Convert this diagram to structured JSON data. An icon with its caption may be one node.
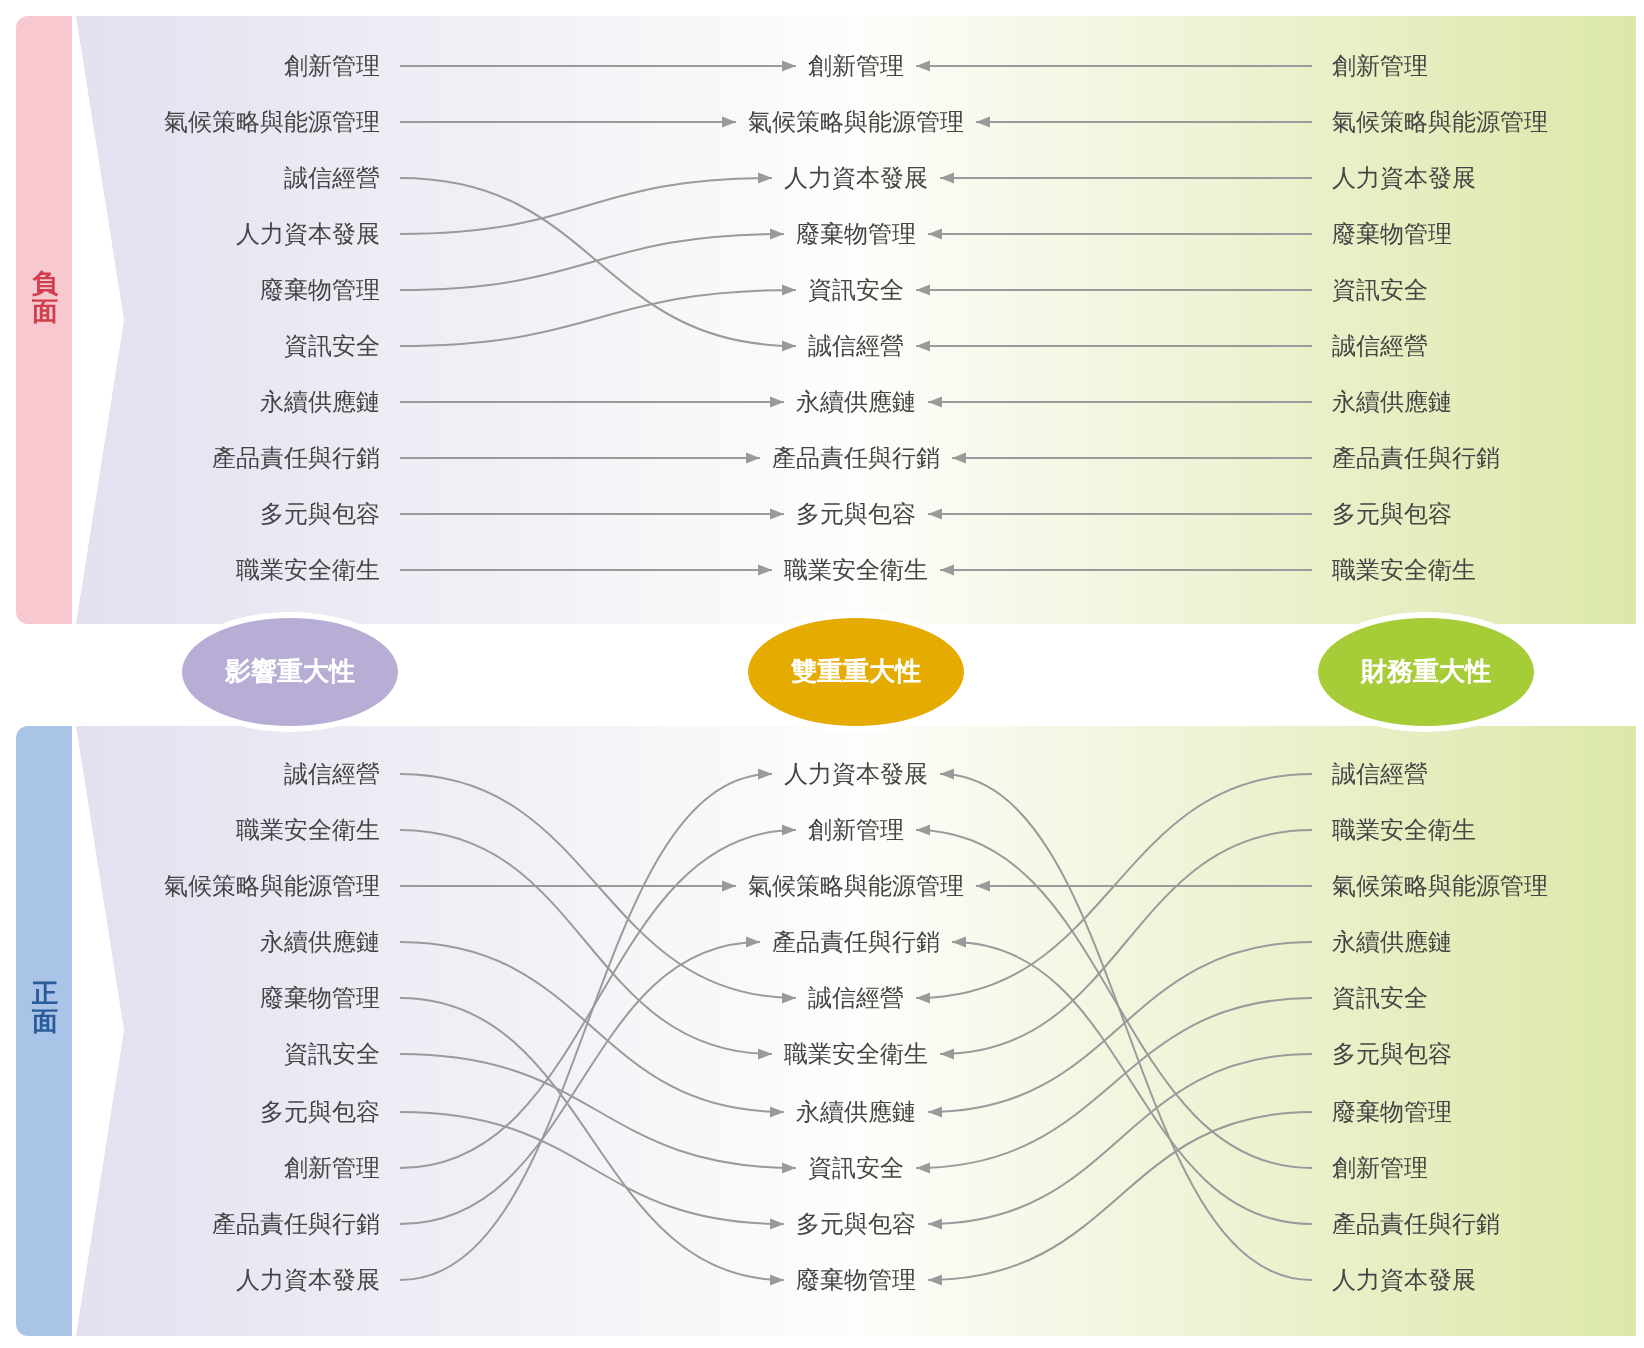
{
  "diagram": {
    "nodes": [
      {
        "text": [
          "負面"
        ]
      },
      {
        "text": [
          "創新管理"
        ]
      },
      {
        "text": [
          "氣候策略與能源管理"
        ]
      },
      {
        "text": [
          "誠信經營"
        ]
      },
      {
        "text": [
          "人力資本發展"
        ]
      },
      {
        "text": [
          "廢棄物管理"
        ]
      },
      {
        "text": [
          "資訊安全"
        ]
      },
      {
        "text": [
          "永續供應鏈"
        ]
      },
      {
        "text": [
          "產品責任與行銷"
        ]
      },
      {
        "text": [
          "多元與包容"
        ]
      },
      {
        "text": [
          "職業安全衛生"
        ]
      },
      {
        "text": [
          "創新管理"
        ]
      },
      {
        "text": [
          "氣候策略與能源管理"
        ]
      },
      {
        "text": [
          "人力資本發展"
        ]
      },
      {
        "text": [
          "廢棄物管理"
        ]
      },
      {
        "text": [
          "資訊安全"
        ]
      },
      {
        "text": [
          "誠信經營"
        ]
      },
      {
        "text": [
          "永續供應鏈"
        ]
      },
      {
        "text": [
          "產品責任與行銷"
        ]
      },
      {
        "text": [
          "多元與包容"
        ]
      },
      {
        "text": [
          "職業安全衛生"
        ]
      },
      {
        "text": [
          "創新管理"
        ]
      },
      {
        "text": [
          "氣候策略與能源管理"
        ]
      },
      {
        "text": [
          "人力資本發展"
        ]
      },
      {
        "text": [
          "廢棄物管理"
        ]
      },
      {
        "text": [
          "資訊安全"
        ]
      },
      {
        "text": [
          "誠信經營"
        ]
      },
      {
        "text": [
          "永續供應鏈"
        ]
      },
      {
        "text": [
          "產品責任與行銷"
        ]
      },
      {
        "text": [
          "多元與包容"
        ]
      },
      {
        "text": [
          "職業安全衛生"
        ]
      },
      {
        "text": [
          "影響重大性"
        ]
      },
      {
        "text": [
          "雙重重大性"
        ]
      },
      {
        "text": [
          "財務重大性"
        ]
      },
      {
        "text": [
          "正面"
        ]
      },
      {
        "text": [
          "誠信經營"
        ]
      },
      {
        "text": [
          "職業安全衛生"
        ]
      },
      {
        "text": [
          "氣候策略與能源管理"
        ]
      },
      {
        "text": [
          "永續供應鏈"
        ]
      },
      {
        "text": [
          "廢棄物管理"
        ]
      },
      {
        "text": [
          "資訊安全"
        ]
      },
      {
        "text": [
          "多元與包容"
        ]
      },
      {
        "text": [
          "創新管理"
        ]
      },
      {
        "text": [
          "產品責任與行銷"
        ]
      },
      {
        "text": [
          "人力資本發展"
        ]
      },
      {
        "text": [
          "人力資本發展"
        ]
      },
      {
        "text": [
          "創新管理"
        ]
      },
      {
        "text": [
          "氣候策略與能源管理"
        ]
      },
      {
        "text": [
          "產品責任與行銷"
        ]
      },
      {
        "text": [
          "誠信經營"
        ]
      },
      {
        "text": [
          "職業安全衛生"
        ]
      },
      {
        "text": [
          "永續供應鏈"
        ]
      },
      {
        "text": [
          "資訊安全"
        ]
      },
      {
        "text": [
          "多元與包容"
        ]
      },
      {
        "text": [
          "廢棄物管理"
        ]
      },
      {
        "text": [
          "誠信經營"
        ]
      },
      {
        "text": [
          "職業安全衛生"
        ]
      },
      {
        "text": [
          "氣候策略與能源管理"
        ]
      },
      {
        "text": [
          "永續供應鏈"
        ]
      },
      {
        "text": [
          "資訊安全"
        ]
      },
      {
        "text": [
          "多元與包容"
        ]
      },
      {
        "text": [
          "廢棄物管理"
        ]
      },
      {
        "text": [
          "創新管理"
        ]
      },
      {
        "text": [
          "產品責任與行銷"
        ]
      },
      {
        "text": [
          "人力資本發展"
        ]
      }
    ],
    "edges": [
      {
        "from": 1,
        "to": 11,
        "arrow": "to"
      },
      {
        "from": 2,
        "to": 12,
        "arrow": "to"
      },
      {
        "from": 3,
        "to": 16,
        "arrow": "to"
      },
      {
        "from": 4,
        "to": 13,
        "arrow": "to"
      },
      {
        "from": 5,
        "to": 14,
        "arrow": "to"
      },
      {
        "from": 6,
        "to": 15,
        "arrow": "to"
      },
      {
        "from": 7,
        "to": 17,
        "arrow": "to"
      },
      {
        "from": 8,
        "to": 18,
        "arrow": "to"
      },
      {
        "from": 9,
        "to": 19,
        "arrow": "to"
      },
      {
        "from": 10,
        "to": 20,
        "arrow": "to"
      },
      {
        "from": 21,
        "to": 11,
        "arrow": "to"
      },
      {
        "from": 22,
        "to": 12,
        "arrow": "to"
      },
      {
        "from": 23,
        "to": 13,
        "arrow": "to"
      },
      {
        "from": 24,
        "to": 14,
        "arrow": "to"
      },
      {
        "from": 25,
        "to": 15,
        "arrow": "to"
      },
      {
        "from": 26,
        "to": 16,
        "arrow": "to"
      },
      {
        "from": 27,
        "to": 17,
        "arrow": "to"
      },
      {
        "from": 28,
        "to": 18,
        "arrow": "to"
      },
      {
        "from": 29,
        "to": 19,
        "arrow": "to"
      },
      {
        "from": 30,
        "to": 20,
        "arrow": "to"
      },
      {
        "from": 35,
        "to": 49,
        "arrow": "to"
      },
      {
        "from": 36,
        "to": 50,
        "arrow": "to"
      },
      {
        "from": 37,
        "to": 47,
        "arrow": "to"
      },
      {
        "from": 38,
        "to": 51,
        "arrow": "to"
      },
      {
        "from": 39,
        "to": 54,
        "arrow": "to"
      },
      {
        "from": 40,
        "to": 52,
        "arrow": "to"
      },
      {
        "from": 41,
        "to": 53,
        "arrow": "to"
      },
      {
        "from": 42,
        "to": 46,
        "arrow": "to"
      },
      {
        "from": 43,
        "to": 48,
        "arrow": "to"
      },
      {
        "from": 44,
        "to": 45,
        "arrow": "to"
      },
      {
        "from": 55,
        "to": 49,
        "arrow": "to"
      },
      {
        "from": 56,
        "to": 50,
        "arrow": "to"
      },
      {
        "from": 57,
        "to": 47,
        "arrow": "to"
      },
      {
        "from": 58,
        "to": 51,
        "arrow": "to"
      },
      {
        "from": 59,
        "to": 52,
        "arrow": "to"
      },
      {
        "from": 60,
        "to": 53,
        "arrow": "to"
      },
      {
        "from": 61,
        "to": 54,
        "arrow": "to"
      },
      {
        "from": 62,
        "to": 46,
        "arrow": "to"
      },
      {
        "from": 63,
        "to": 48,
        "arrow": "to"
      },
      {
        "from": 64,
        "to": 45,
        "arrow": "to"
      }
    ]
  }
}
